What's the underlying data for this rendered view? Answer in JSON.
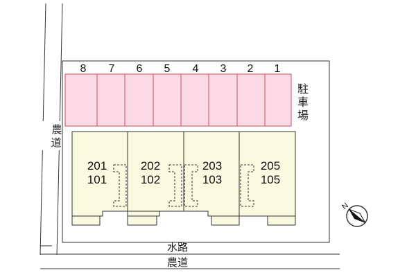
{
  "parking": {
    "label_chars": [
      "駐",
      "車",
      "場"
    ],
    "spaces": [
      "8",
      "7",
      "6",
      "5",
      "4",
      "3",
      "2",
      "1"
    ],
    "fill_color": "#fbd9e6",
    "stroke_color": "#d04a5a"
  },
  "units": [
    {
      "upper": "201",
      "lower": "101"
    },
    {
      "upper": "202",
      "lower": "102"
    },
    {
      "upper": "203",
      "lower": "103"
    },
    {
      "upper": "205",
      "lower": "105"
    }
  ],
  "unit_fill_color": "#fafae0",
  "roads": {
    "left_chars": [
      "農",
      "道"
    ],
    "waterway": "水路",
    "bottom": "農道"
  },
  "compass": {
    "label": "N",
    "icon": "north-arrow-icon"
  }
}
